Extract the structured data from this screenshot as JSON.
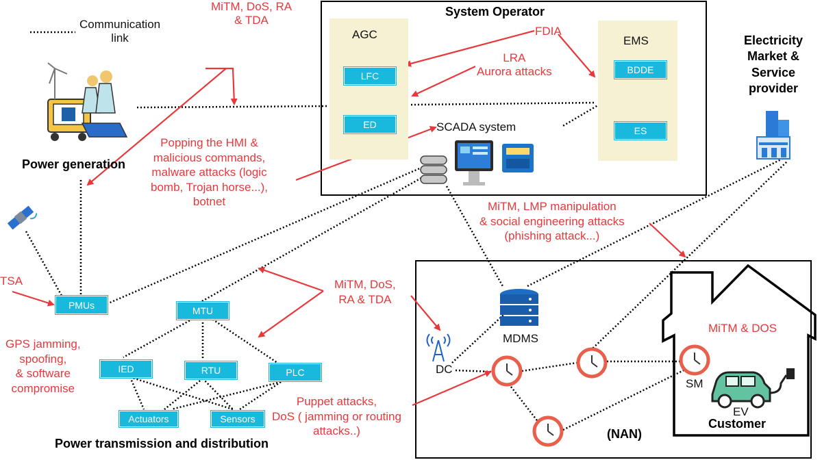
{
  "legend": {
    "label_line1": "Communication",
    "label_line2": "link"
  },
  "operator": {
    "title": "System Operator",
    "agc_label": "AGC",
    "ems_label": "EMS",
    "lfc": "LFC",
    "ed": "ED",
    "bdde": "BDDE",
    "es": "ES",
    "scada_label": "SCADA system"
  },
  "market": {
    "line1": "Electricity",
    "line2": "Market &",
    "line3": "Service",
    "line4": "provider"
  },
  "generation": {
    "label": "Power generation"
  },
  "transmission": {
    "label": "Power transmission and distribution",
    "pmus": "PMUs",
    "mtu": "MTU",
    "ied": "IED",
    "rtu": "RTU",
    "plc": "PLC",
    "actuators": "Actuators",
    "sensors": "Sensors"
  },
  "nan": {
    "label": "(NAN)",
    "mdms": "MDMS",
    "dc": "DC",
    "sm": "SM",
    "ev": "EV",
    "customer": "Customer"
  },
  "attacks": {
    "top_line1": "MiTM, DoS, RA",
    "top_line2": "& TDA",
    "fdia": "FDIA",
    "lra_line1": "LRA",
    "lra_line2": "Aurora attacks",
    "hmi_line1": "Popping the HMI &",
    "hmi_line2": "malicious commands,",
    "hmi_line3": "malware attacks (logic",
    "hmi_line4": "bomb, Trojan horse...),",
    "hmi_line5": "botnet",
    "lmp_line1": "MiTM, LMP manipulation",
    "lmp_line2": "& social engineering attacks",
    "lmp_line3": "(phishing attack...)",
    "tsa": "TSA",
    "gps_line1": "GPS jamming,",
    "gps_line2": "spoofing,",
    "gps_line3": "& software",
    "gps_line4": "compromise",
    "mid_line1": "MiTM, DoS,",
    "mid_line2": "RA & TDA",
    "puppet_line1": "Puppet attacks,",
    "puppet_line2": "DoS ( jamming or routing",
    "puppet_line3": "attacks..)",
    "home": "MiTM & DOS"
  },
  "colors": {
    "attack": "#e8383b",
    "device": "#19b8dd",
    "panel": "#f7f1d3",
    "meter": "#e8604c"
  },
  "icons": [
    "power-plant-icon",
    "satellite-icon",
    "server-icon",
    "monitor-icon",
    "router-icon",
    "building-icon",
    "database-icon",
    "antenna-tower-icon",
    "smart-meter-icon",
    "electric-car-icon",
    "house-outline-icon"
  ]
}
